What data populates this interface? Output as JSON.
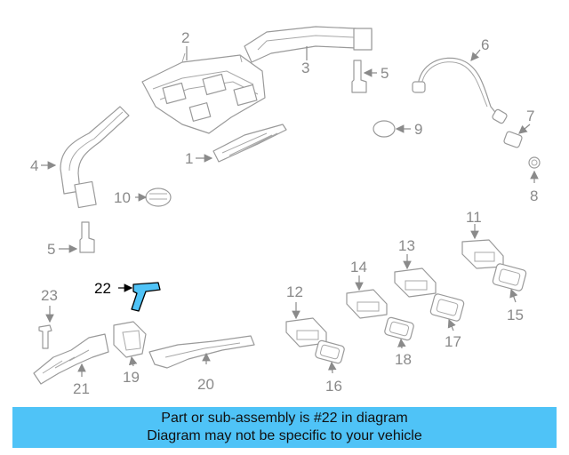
{
  "callouts": {
    "p1": "1",
    "p2": "2",
    "p3": "3",
    "p4": "4",
    "p5a": "5",
    "p5b": "5",
    "p6": "6",
    "p7": "7",
    "p8": "8",
    "p9": "9",
    "p10": "10",
    "p11": "11",
    "p12": "12",
    "p13": "13",
    "p14": "14",
    "p15": "15",
    "p16": "16",
    "p17": "17",
    "p18": "18",
    "p19": "19",
    "p20": "20",
    "p21": "21",
    "p22": "22",
    "p23": "23"
  },
  "highlight": {
    "part": "22",
    "color": "#4fc3f7"
  },
  "banner": {
    "line1": "Part or sub-assembly is #22 in diagram",
    "line2": "Diagram may not be specific to your vehicle",
    "bg_color": "#4fc3f7"
  }
}
